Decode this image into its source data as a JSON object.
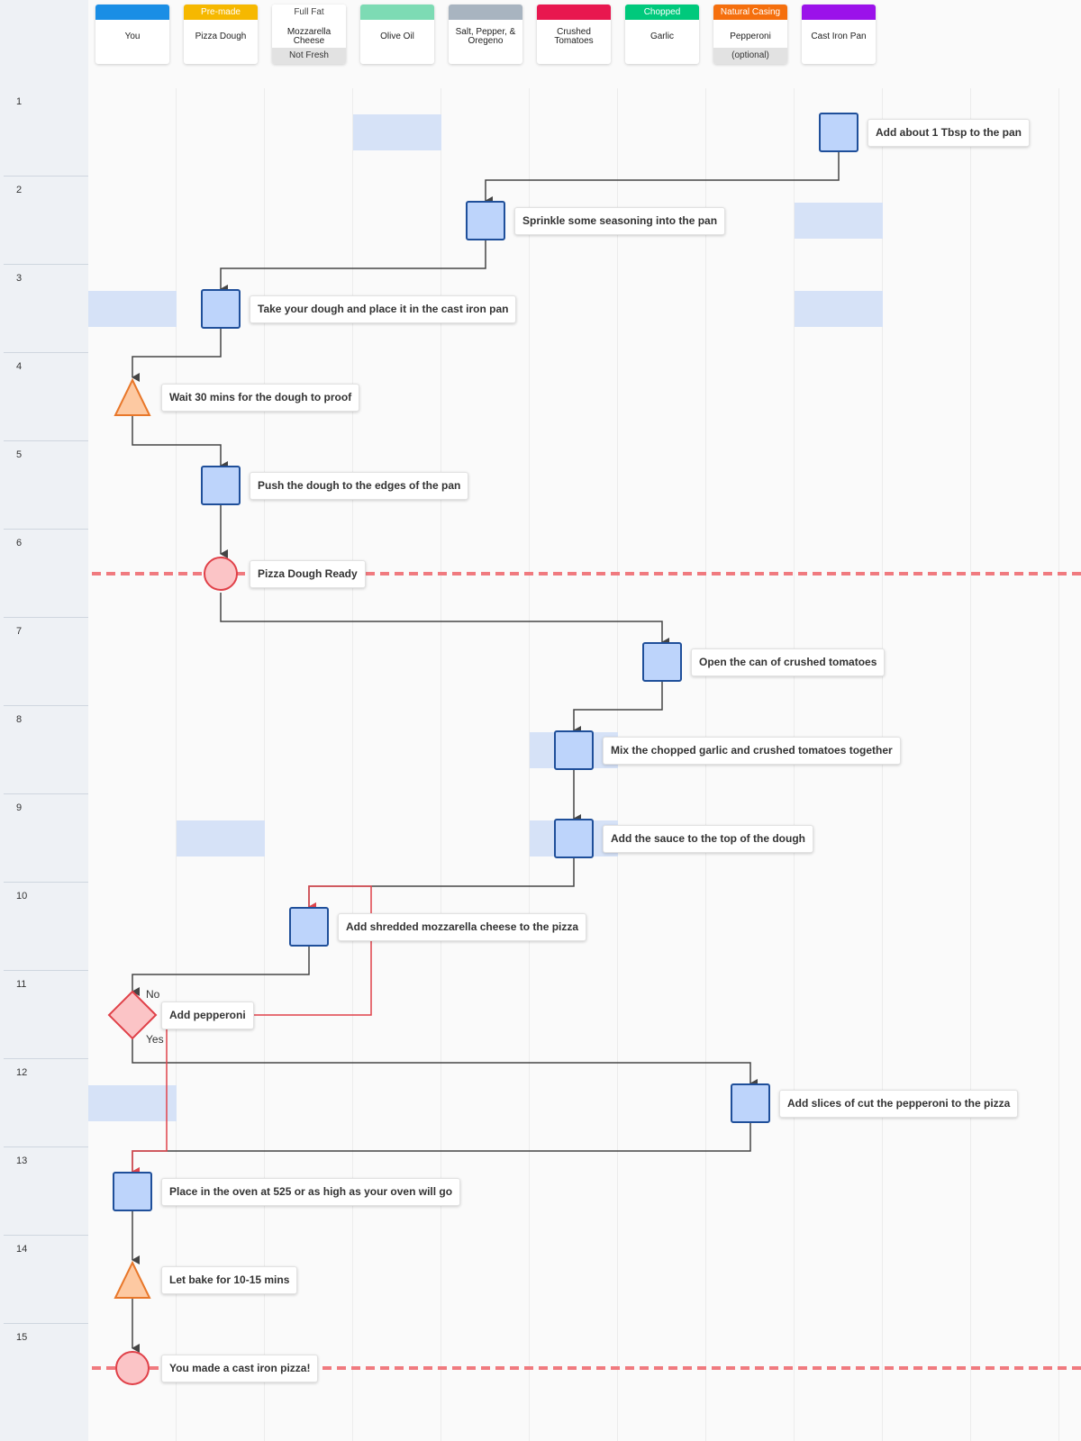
{
  "lanes": [
    {
      "name": "You",
      "tag": "",
      "tag_color": "#1a8ee5",
      "sub": ""
    },
    {
      "name": "Pizza Dough",
      "tag": "Pre-made",
      "tag_color": "#f6b800",
      "sub": ""
    },
    {
      "name": "Mozzarella Cheese",
      "tag": "Full Fat",
      "tag_color": "#ffffff",
      "sub": "Not Fresh"
    },
    {
      "name": "Olive Oil",
      "tag": "",
      "tag_color": "#7ddbb4",
      "sub": ""
    },
    {
      "name": "Salt, Pepper, & Oregeno",
      "tag": "",
      "tag_color": "#a8b4c0",
      "sub": ""
    },
    {
      "name": "Crushed Tomatoes",
      "tag": "",
      "tag_color": "#e8174f",
      "sub": ""
    },
    {
      "name": "Garlic",
      "tag": "Chopped",
      "tag_color": "#00c97c",
      "sub": ""
    },
    {
      "name": "Pepperoni",
      "tag": "Natural Casing",
      "tag_color": "#f56f0d",
      "sub": "(optional)"
    },
    {
      "name": "Cast Iron Pan",
      "tag": "",
      "tag_color": "#9b12ea",
      "sub": ""
    }
  ],
  "rows": [
    "1",
    "2",
    "3",
    "4",
    "5",
    "6",
    "7",
    "8",
    "9",
    "10",
    "11",
    "12",
    "13",
    "14",
    "15"
  ],
  "steps": [
    {
      "label": "Add about 1 Tbsp to the pan",
      "shape": "process",
      "lane": 8,
      "row": 1
    },
    {
      "label": "Sprinkle some seasoning into the pan",
      "shape": "process",
      "lane": 4,
      "row": 2
    },
    {
      "label": "Take your dough and place it in the cast iron pan",
      "shape": "process",
      "lane": 1,
      "row": 3
    },
    {
      "label": "Wait 30 mins for the dough to proof",
      "shape": "delay",
      "lane": 0,
      "row": 4
    },
    {
      "label": "Push the dough to the edges of the pan",
      "shape": "process",
      "lane": 1,
      "row": 5
    },
    {
      "label": "Pizza Dough Ready",
      "shape": "milestone",
      "lane": 1,
      "row": 6
    },
    {
      "label": "Open the can of crushed tomatoes",
      "shape": "process",
      "lane": 6,
      "row": 7
    },
    {
      "label": "Mix the chopped garlic and crushed tomatoes together",
      "shape": "process",
      "lane": 5,
      "row": 8
    },
    {
      "label": "Add the sauce to the top of the dough",
      "shape": "process",
      "lane": 5,
      "row": 9
    },
    {
      "label": "Add shredded mozzarella cheese to the pizza",
      "shape": "process",
      "lane": 2,
      "row": 10
    },
    {
      "label": "Add pepperoni",
      "shape": "decision",
      "lane": 0,
      "row": 11
    },
    {
      "label": "Add slices of cut the pepperoni to the pizza",
      "shape": "process",
      "lane": 7,
      "row": 12
    },
    {
      "label": "Place in the oven at 525 or as high as your oven will go",
      "shape": "process",
      "lane": 0,
      "row": 13
    },
    {
      "label": "Let bake for 10-15 mins",
      "shape": "delay",
      "lane": 0,
      "row": 14
    },
    {
      "label": "You made a cast iron pizza!",
      "shape": "milestone",
      "lane": 0,
      "row": 15
    }
  ],
  "branches": {
    "no": "No",
    "yes": "Yes"
  },
  "highlights": [
    {
      "lane": 3,
      "row": 1
    },
    {
      "lane": 8,
      "row": 2
    },
    {
      "lane": 0,
      "row": 3
    },
    {
      "lane": 8,
      "row": 3
    },
    {
      "lane": 5,
      "row": 8
    },
    {
      "lane": 5,
      "row": 9
    },
    {
      "lane": 1,
      "row": 9
    },
    {
      "lane": 0,
      "row": 12
    }
  ],
  "colors": {
    "process_fill": "#bdd4fb",
    "process_stroke": "#1f4f9a",
    "delay_fill": "#fdc9a2",
    "delay_stroke": "#e8772a",
    "milestone_fill": "#fbc4c6",
    "milestone_stroke": "#e04048",
    "connector": "#444444",
    "alt_connector": "#e0434b",
    "milestone_line": "#f07a7f"
  }
}
